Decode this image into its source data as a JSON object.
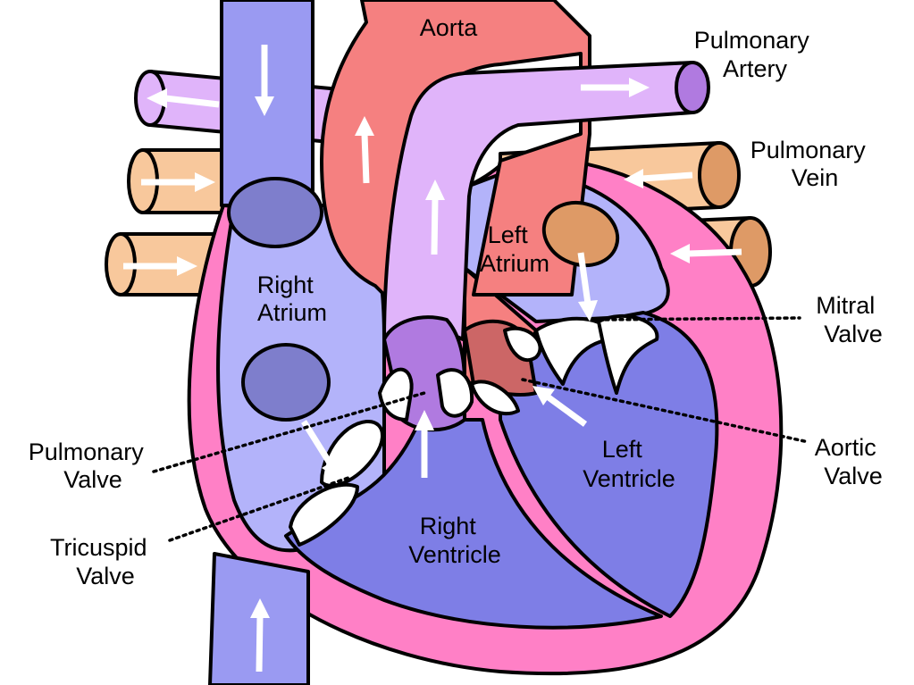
{
  "labels": {
    "aorta": "Aorta",
    "pulmonary_artery": [
      "Pulmonary",
      "Artery"
    ],
    "pulmonary_vein": [
      "Pulmonary",
      "Vein"
    ],
    "left_atrium": [
      "Left",
      "Atrium"
    ],
    "right_atrium": [
      "Right",
      "Atrium"
    ],
    "mitral_valve": [
      "Mitral",
      "Valve"
    ],
    "aortic_valve": [
      "Aortic",
      "Valve"
    ],
    "pulmonary_valve": [
      "Pulmonary",
      "Valve"
    ],
    "tricuspid_valve": [
      "Tricuspid",
      "Valve"
    ],
    "left_ventricle": [
      "Left",
      "Ventricle"
    ],
    "right_ventricle": [
      "Right",
      "Ventricle"
    ]
  },
  "colors": {
    "vena_cava": "#9a9af2",
    "aorta": "#f58080",
    "pulmonary_artery": "#e0b4fa",
    "pulmonary_vein": "#f8c89c",
    "heart_wall": "#ff80c6",
    "right_chamber": "#b3b3fa",
    "ventricle": "#7e7ee6",
    "valve": "#ffffff"
  }
}
